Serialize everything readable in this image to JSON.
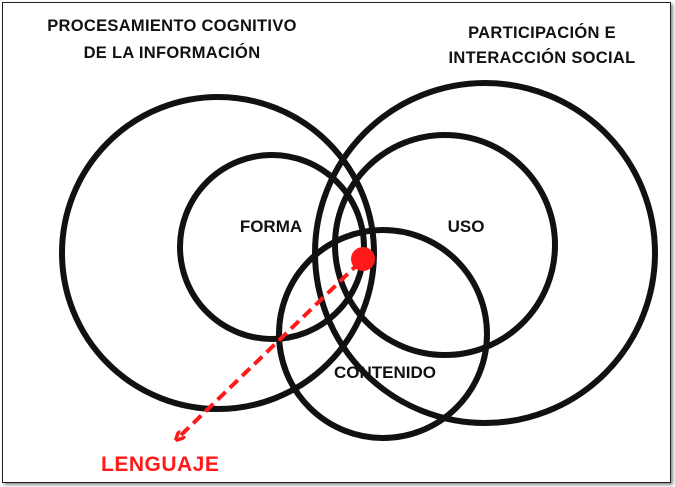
{
  "colors": {
    "stroke": "#111111",
    "accent": "#ff1a1a"
  },
  "headers": {
    "left_line1": "PROCESAMIENTO COGNITIVO",
    "left_line2": "DE LA INFORMACIÓN",
    "right_line1": "PARTICIPACIÓN E",
    "right_line2": "INTERACCIÓN SOCIAL"
  },
  "circles": {
    "forma": "FORMA",
    "uso": "USO",
    "contenido": "CONTENIDO"
  },
  "result": "LENGUAJE"
}
